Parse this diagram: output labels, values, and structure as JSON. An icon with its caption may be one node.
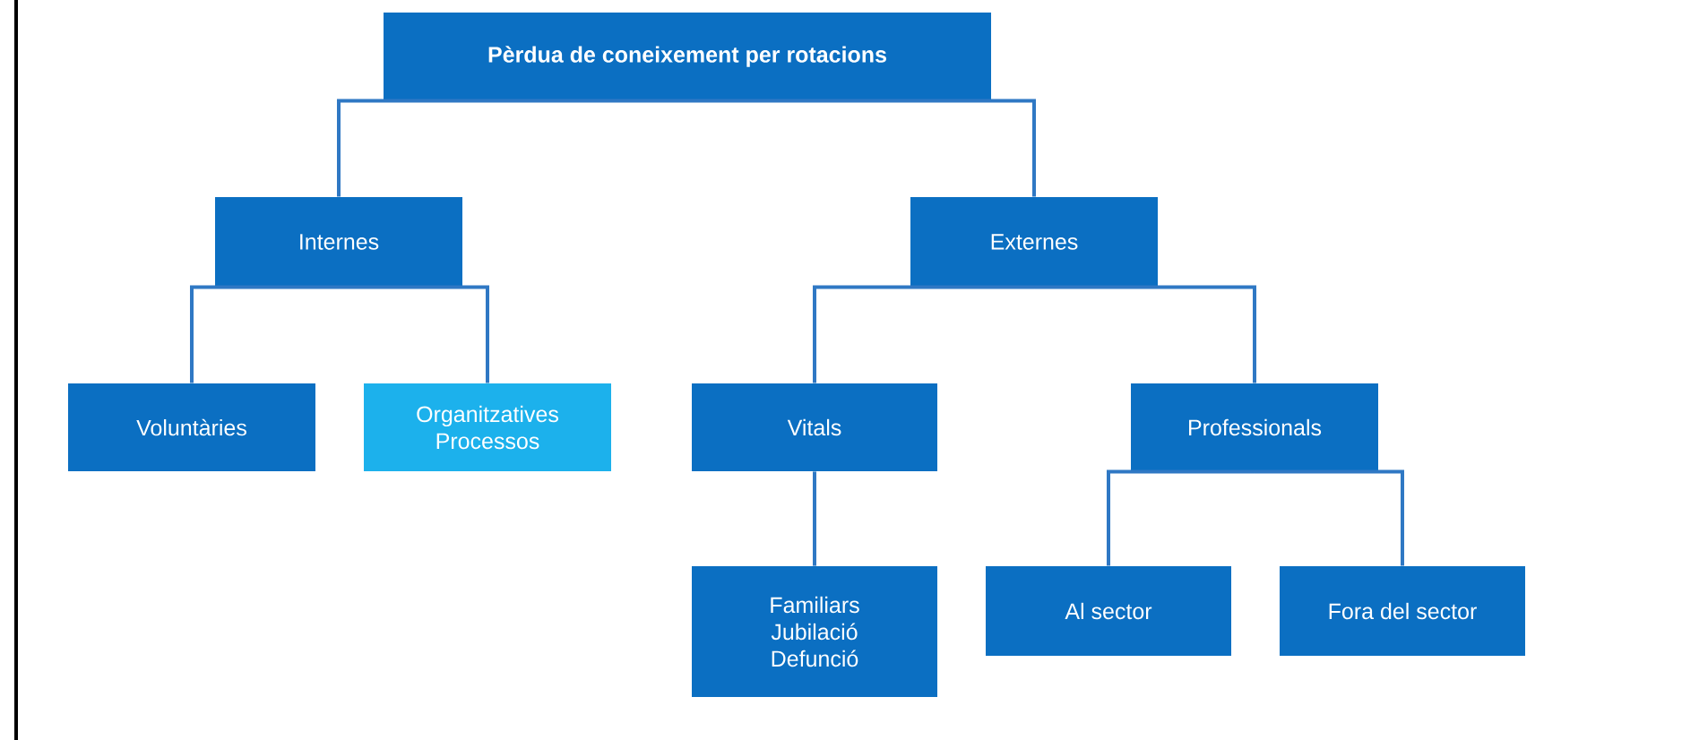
{
  "diagram": {
    "nodes": [
      {
        "text": [
          "Pèrdua de coneixement per rotacions"
        ]
      },
      {
        "text": [
          "Internes"
        ]
      },
      {
        "text": [
          "Externes"
        ]
      },
      {
        "text": [
          "Voluntàries"
        ]
      },
      {
        "text": [
          "Organitzatives",
          "Processos"
        ]
      },
      {
        "text": [
          "Vitals"
        ]
      },
      {
        "text": [
          "Professionals"
        ]
      },
      {
        "text": [
          "Familiars",
          "Jubilació",
          "Defunció"
        ]
      },
      {
        "text": [
          "Al sector"
        ]
      },
      {
        "text": [
          "Fora del sector"
        ]
      }
    ],
    "edges": [
      {
        "from": 0,
        "to": 1,
        "arrow": "none"
      },
      {
        "from": 0,
        "to": 2,
        "arrow": "none"
      },
      {
        "from": 1,
        "to": 3,
        "arrow": "none"
      },
      {
        "from": 1,
        "to": 4,
        "arrow": "none"
      },
      {
        "from": 2,
        "to": 5,
        "arrow": "none"
      },
      {
        "from": 2,
        "to": 6,
        "arrow": "none"
      },
      {
        "from": 5,
        "to": 7,
        "arrow": "none"
      },
      {
        "from": 6,
        "to": 8,
        "arrow": "none"
      },
      {
        "from": 6,
        "to": 9,
        "arrow": "none"
      }
    ]
  }
}
